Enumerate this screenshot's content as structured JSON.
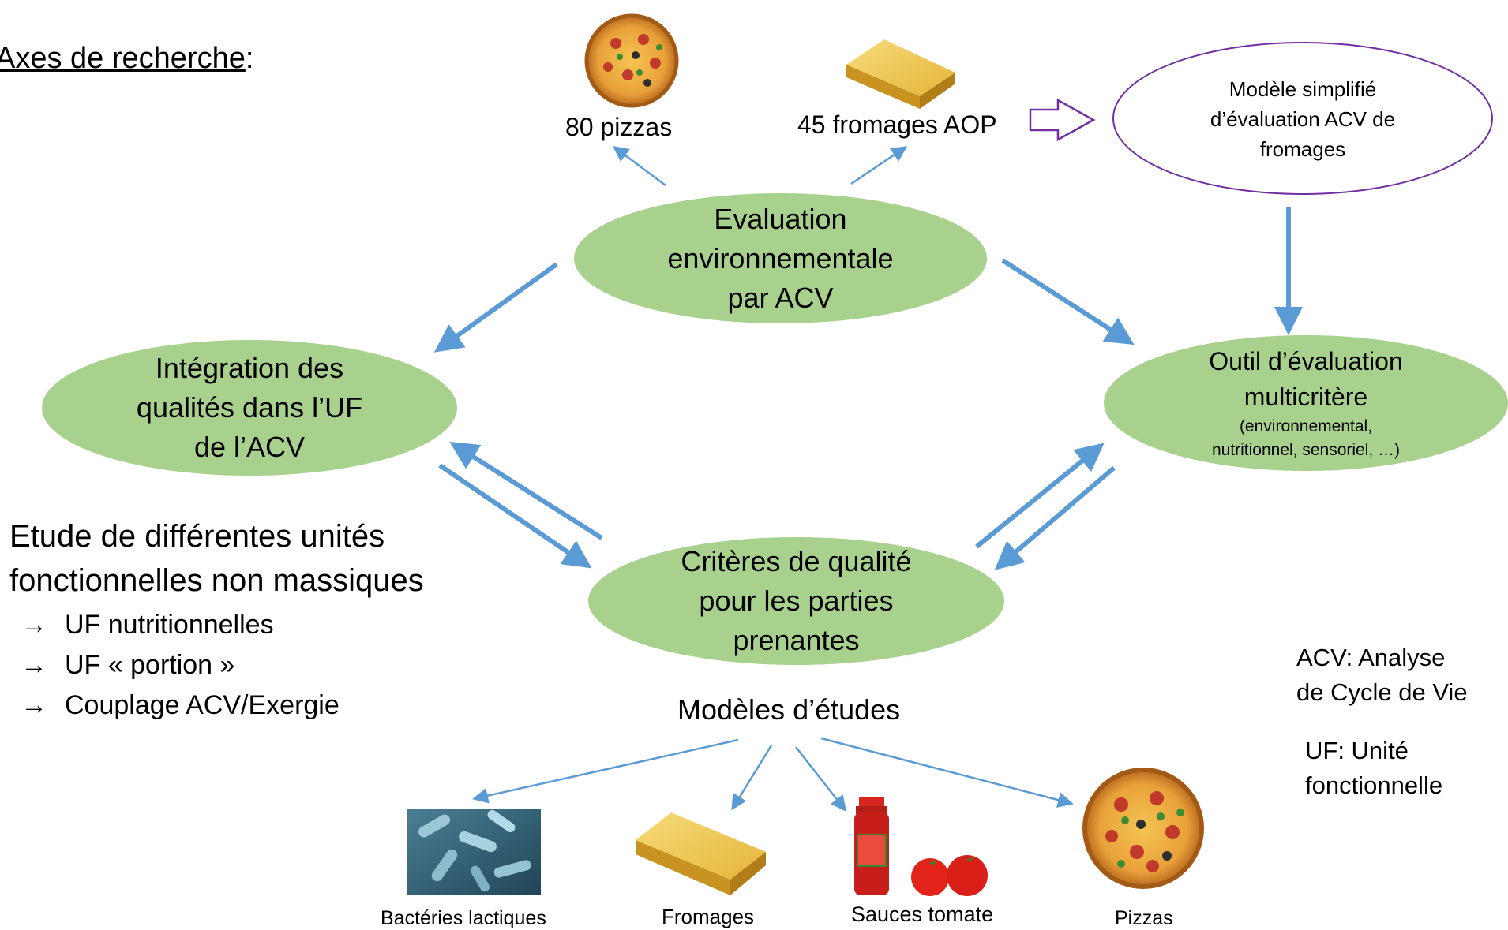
{
  "header": {
    "title": "Axes de recherche",
    "title_suffix": ":"
  },
  "top_items": {
    "pizzas": "80 pizzas",
    "fromages": "45 fromages AOP"
  },
  "simplified_model": {
    "line1": "Modèle simplifié",
    "line2": "d’évaluation ACV de",
    "line3": "fromages"
  },
  "center_node": {
    "line1": "Evaluation",
    "line2": "environnementale",
    "line3": "par ACV"
  },
  "left_node": {
    "line1": "Intégration des",
    "line2": "qualités dans l’UF",
    "line3": "de l’ACV"
  },
  "right_node": {
    "line1": "Outil d’évaluation",
    "line2": "multicritère",
    "line3": "(environnemental,",
    "line4": "nutritionnel, sensoriel, …)"
  },
  "bottom_node": {
    "line1": "Critères de qualité",
    "line2": "pour les parties",
    "line3": "prenantes"
  },
  "study": {
    "line1": "Etude de différentes unités",
    "line2": "fonctionnelles non massiques",
    "items": [
      "UF nutritionnelles",
      "UF « portion »",
      "Couplage ACV/Exergie"
    ],
    "arrow_glyph": "→"
  },
  "models": {
    "title": "Modèles d’études",
    "items": [
      "Bactéries lactiques",
      "Fromages",
      "Sauces tomate",
      "Pizzas"
    ]
  },
  "glossary": {
    "acv1": "ACV: Analyse",
    "acv2": "de Cycle de Vie",
    "uf1": "UF: Unité",
    "uf2": "fonctionnelle"
  },
  "colors": {
    "node_fill": "#a9d18e",
    "arrow": "#5b9bd5",
    "ellipse_outline": "#7030a0"
  }
}
